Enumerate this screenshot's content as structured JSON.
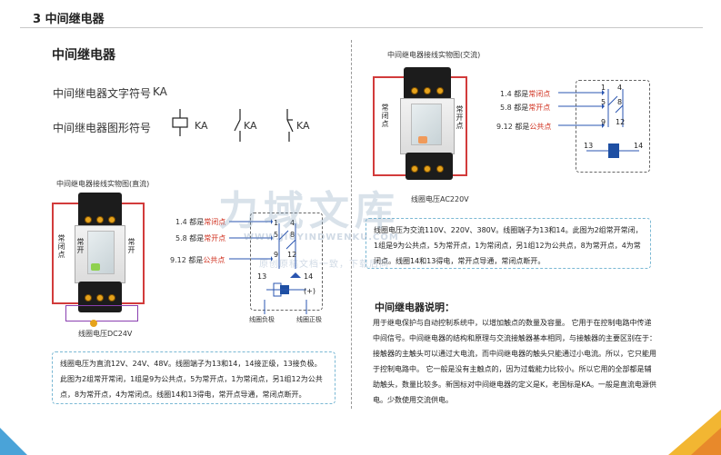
{
  "header": {
    "section_title": "3  中间继电器"
  },
  "left": {
    "title": "中间继电器",
    "text_symbol_label": "中间继电器文字符号",
    "text_symbol_value": "KA",
    "graphic_symbol_label": "中间继电器图形符号",
    "graphic_symbols": [
      "KA",
      "KA",
      "KA"
    ],
    "photo_title": "中间继电器接线实物图(直流)",
    "label_closed": "常闭点",
    "label_open": "常开",
    "pins": [
      {
        "prefix": "1.4 都是",
        "value": "常闭点"
      },
      {
        "prefix": "5.8 都是",
        "value": "常开点"
      },
      {
        "prefix": "9.12 都是",
        "value": "公共点"
      }
    ],
    "terminals": [
      "1",
      "4",
      "5",
      "8",
      "9",
      "12",
      "13",
      "14"
    ],
    "coil_neg": "线圈负极",
    "coil_pos": "线圈正极",
    "plus_sign": "(+)",
    "coil_voltage": "线圈电压DC24V",
    "note": "线圈电压为直流12V、24V、48V。线圈端子为13和14，14接正级，13接负极。此图为2组常开常闭，1组是9为公共点，5为常开点，1为常闭点，另1组12为公共点，8为常开点，4为常闭点。线圈14和13得电，常开点导通，常闭点断开。"
  },
  "right": {
    "photo_title": "中间继电器接线实物图(交流)",
    "label_closed": "常闭点",
    "label_open": "常开点",
    "pins": [
      {
        "prefix": "1.4 都是",
        "value": "常闭点"
      },
      {
        "prefix": "5.8 都是",
        "value": "常开点"
      },
      {
        "prefix": "9.12 都是",
        "value": "公共点"
      }
    ],
    "terminals": [
      "1",
      "4",
      "5",
      "8",
      "9",
      "12",
      "13",
      "14"
    ],
    "coil_voltage": "线圈电压AC220V",
    "note": "线圈电压为交流110V、220V、380V。线圈端子为13和14。此图为2组常开常闭，1组是9为公共点，5为常开点，1为常闭点，另1组12为公共点，8为常开点，4为常闭点。线圈14和13得电，常开点导通，常闭点断开。",
    "explain_title": "中间继电器说明：",
    "explain_body": "用于继电保护与自动控制系统中，以增加触点的数量及容量。 它用于在控制电路中传递中间信号。中间继电器的结构和原理与交流接触器基本相同，与接触器的主要区别在于：接触器的主触头可以通过大电流，而中间继电器的触头只能通过小电流。所以，它只能用于控制电路中。 它一般是没有主触点的，因为过载能力比较小。所以它用的全部都是辅助触头，数量比较多。新国标对中间继电器的定义是K，老国标是KA。一般是直流电源供电。少数使用交流供电。"
  },
  "watermark": {
    "brand": "力域文库",
    "url": "WWW.JIUYINDWENKU.COM",
    "line": "原创原稿文档一致，下载后同"
  },
  "colors": {
    "accent_red": "#d0311f",
    "box_blue": "#7ab8d4",
    "coil_blue": "#1e4fa3"
  }
}
